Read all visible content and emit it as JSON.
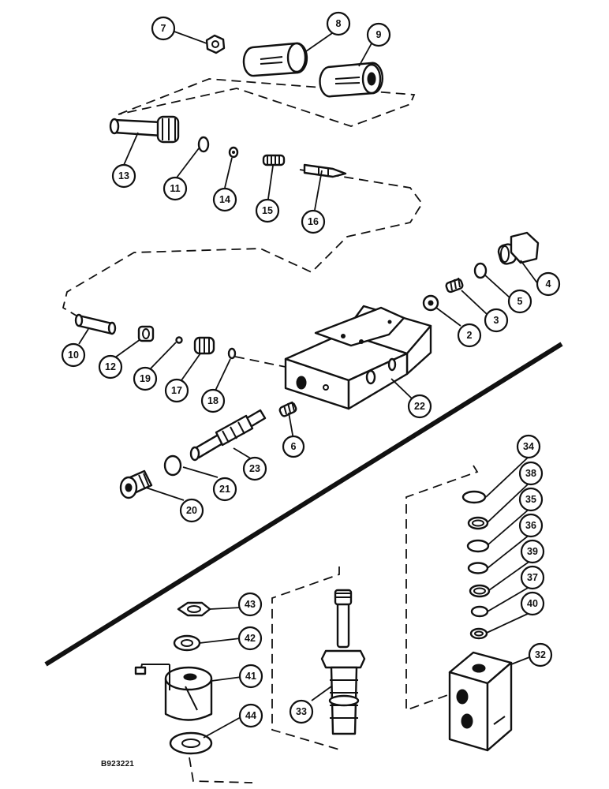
{
  "diagram": {
    "doc_id": "B923221",
    "callouts": [
      "7",
      "8",
      "9",
      "13",
      "11",
      "14",
      "15",
      "16",
      "4",
      "5",
      "3",
      "2",
      "10",
      "12",
      "19",
      "17",
      "18",
      "22",
      "6",
      "23",
      "21",
      "20",
      "34",
      "38",
      "35",
      "36",
      "39",
      "37",
      "40",
      "32",
      "43",
      "42",
      "41",
      "33",
      "44"
    ]
  }
}
